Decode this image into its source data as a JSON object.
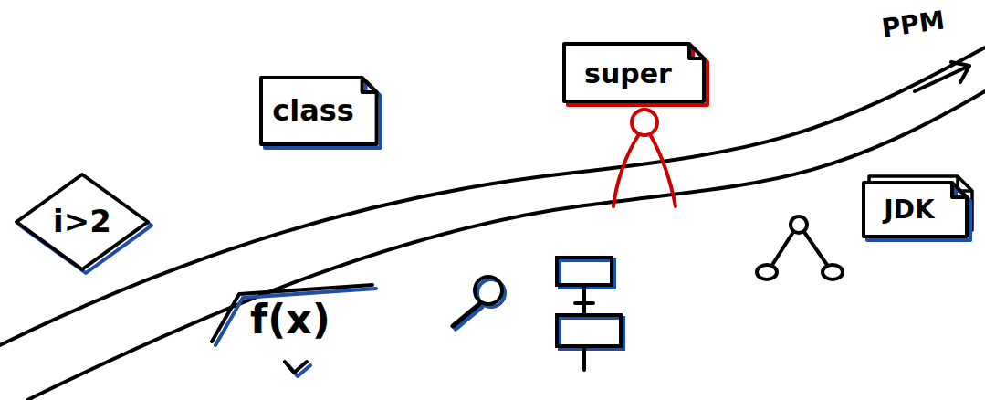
{
  "diagram": {
    "nodes": [
      {
        "text": [
          "i>2"
        ]
      },
      {
        "text": [
          "class"
        ]
      },
      {
        "text": [
          "super"
        ]
      },
      {
        "text": [
          "JDK"
        ]
      }
    ],
    "labels": [
      "PPM",
      "f(x)"
    ]
  }
}
